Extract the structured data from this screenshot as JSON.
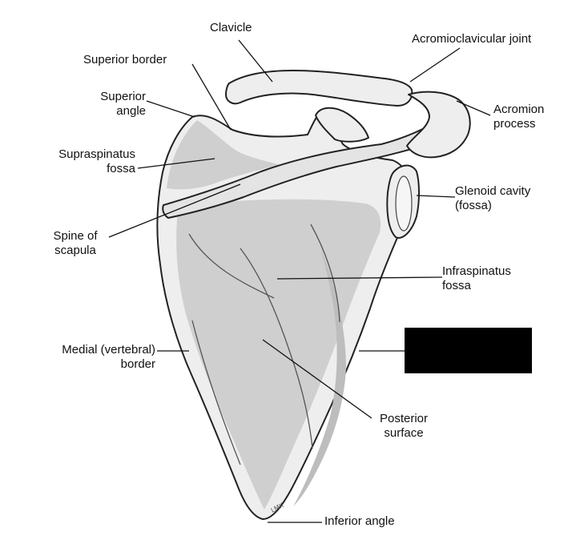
{
  "labels": {
    "clavicle": "Clavicle",
    "acromioclavicular_joint": "Acromioclavicular joint",
    "superior_border": "Superior border",
    "superior_angle": [
      "Superior",
      "angle"
    ],
    "acromion_process": [
      "Acromion",
      "process"
    ],
    "supraspinatus_fossa": [
      "Supraspinatus",
      "fossa"
    ],
    "glenoid_cavity": [
      "Glenoid cavity",
      "(fossa)"
    ],
    "spine_of_scapula": [
      "Spine of",
      "scapula"
    ],
    "infraspinatus_fossa": [
      "Infraspinatus",
      "fossa"
    ],
    "medial_border": [
      "Medial (vertebral)",
      "border"
    ],
    "posterior_surface": [
      "Posterior",
      "surface"
    ],
    "inferior_angle": "Inferior angle"
  },
  "signature": "LMK",
  "colors": {
    "bone_fill": "#eeeeee",
    "outline": "#222222",
    "redaction": "#000000"
  }
}
